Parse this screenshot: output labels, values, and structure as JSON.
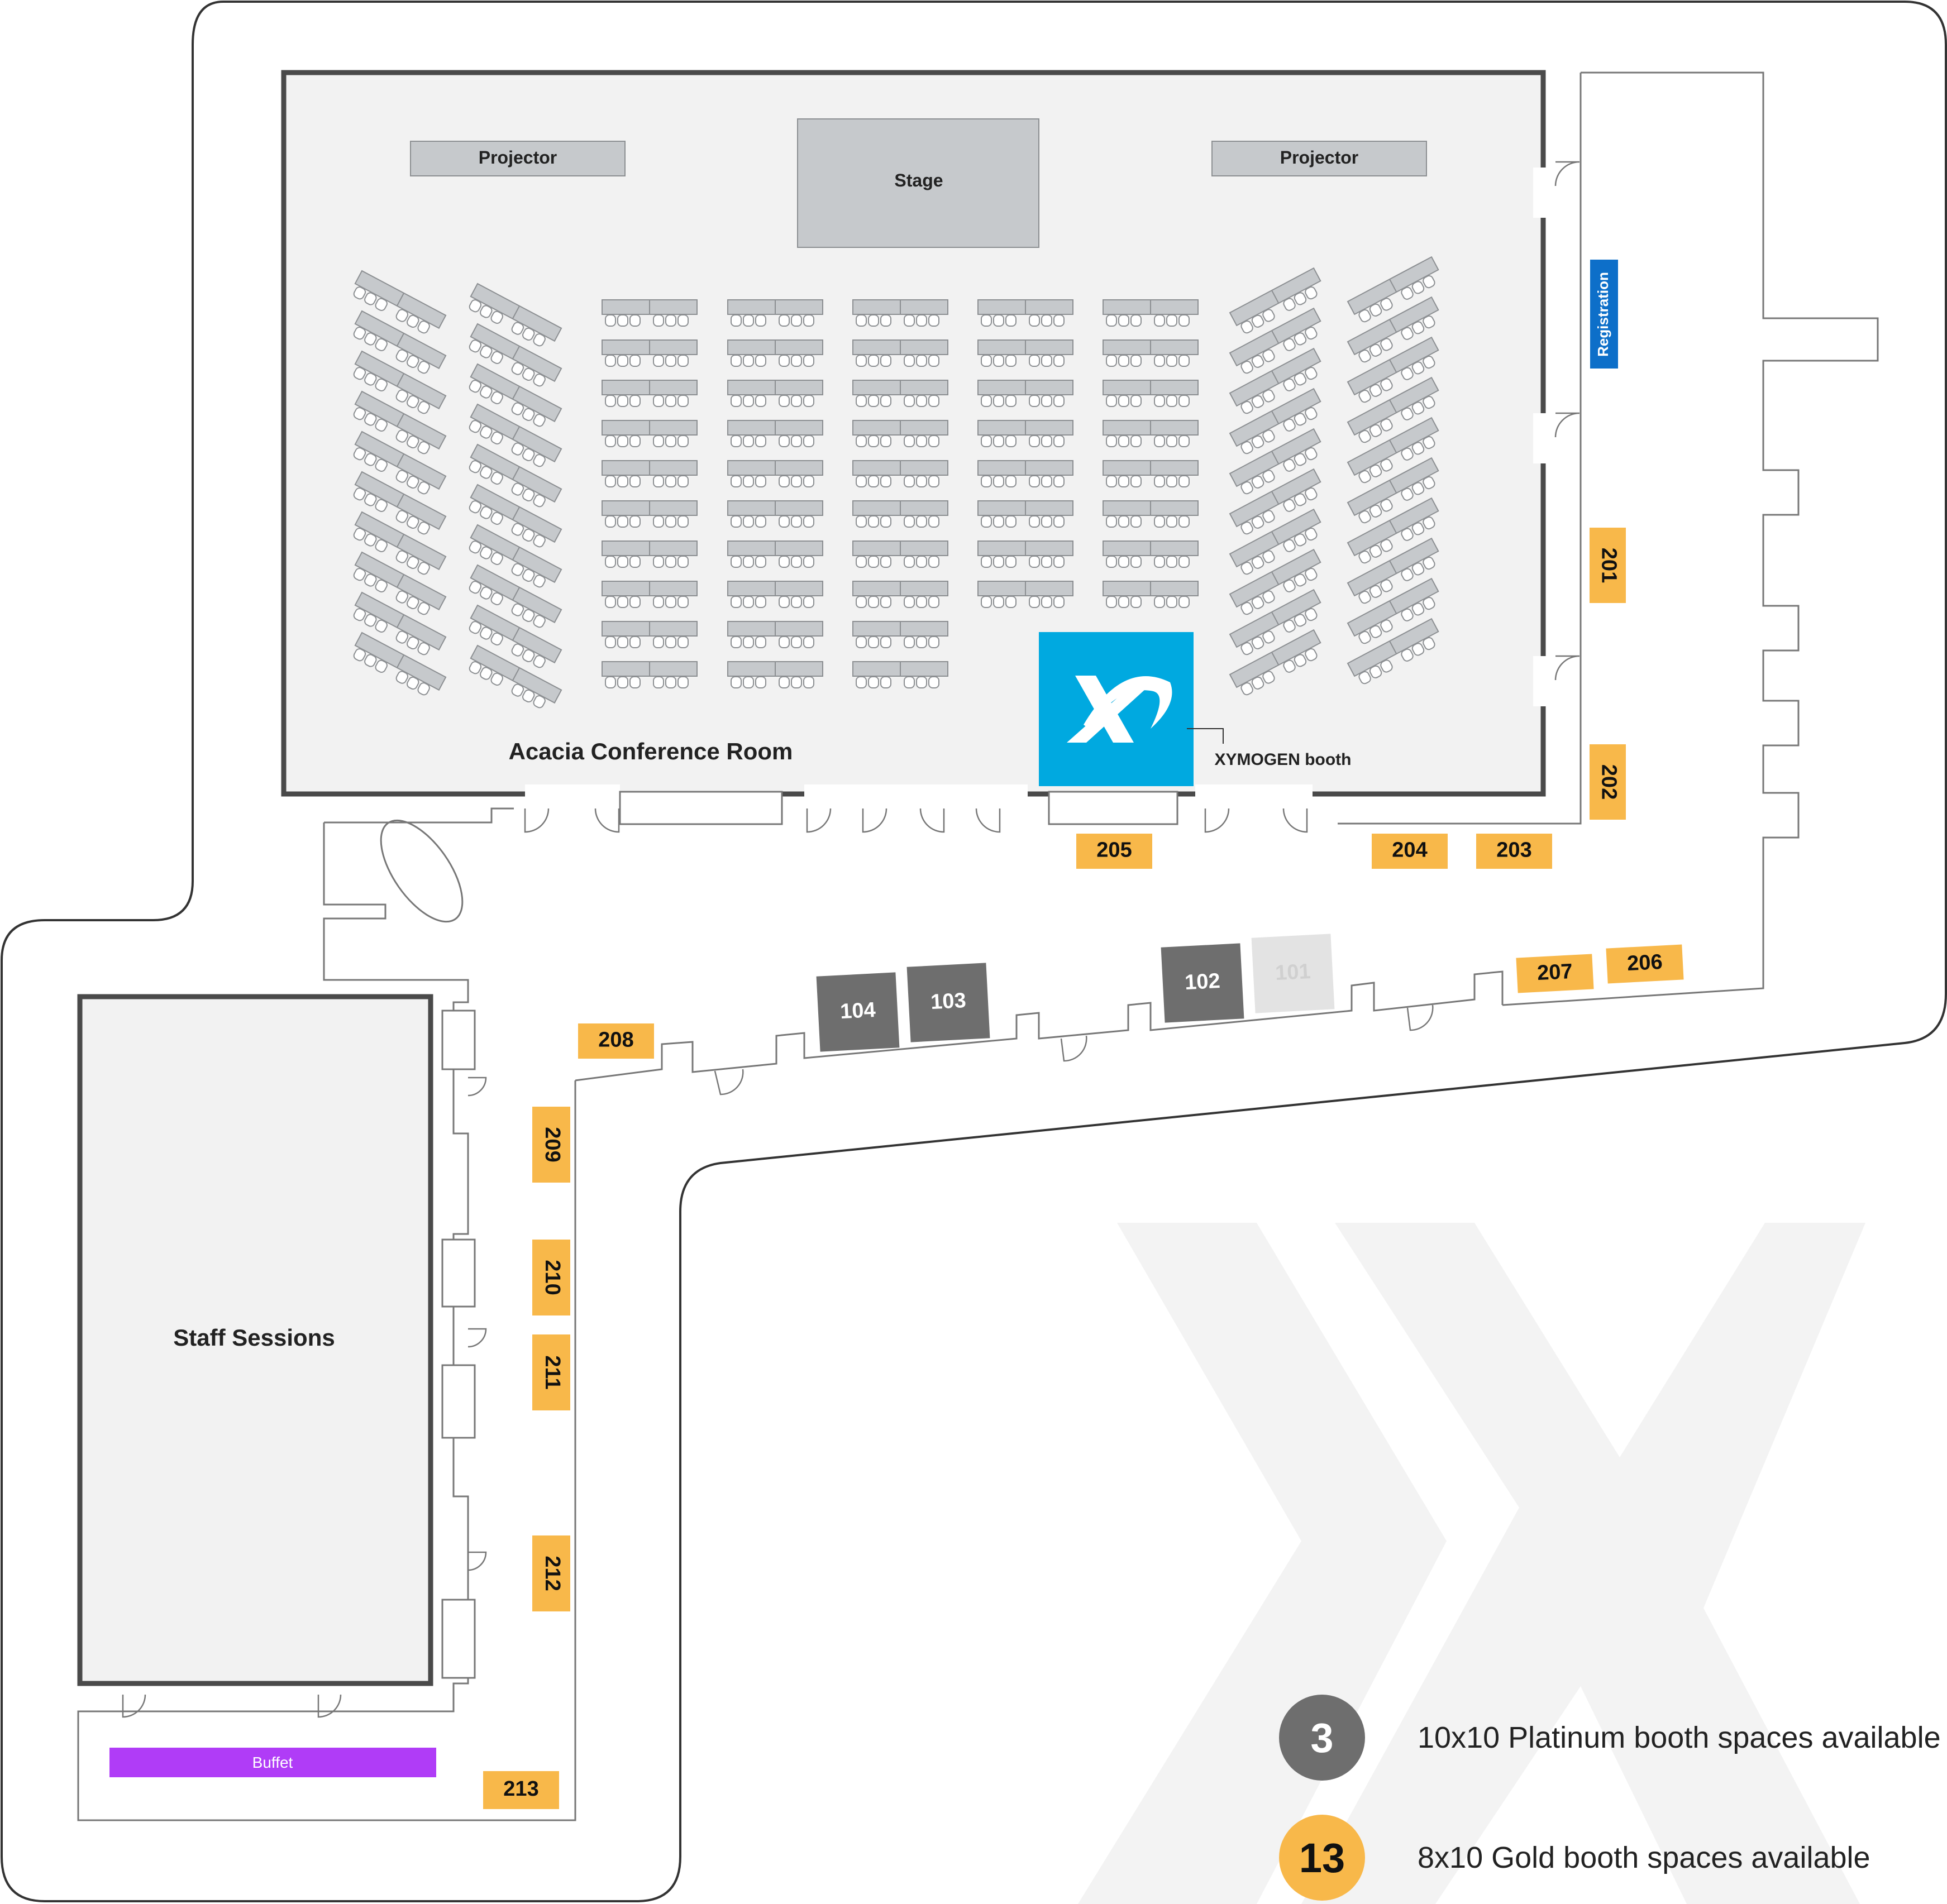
{
  "rooms": {
    "conference": "Acacia Conference Room",
    "staff": "Staff Sessions"
  },
  "features": {
    "projector_left": "Projector",
    "projector_right": "Projector",
    "stage": "Stage",
    "registration": "Registration",
    "sponsor_booth": "XYMOGEN booth",
    "buffet": "Buffet"
  },
  "booths": {
    "platinum": [
      {
        "id": "104",
        "status": "available"
      },
      {
        "id": "103",
        "status": "available"
      },
      {
        "id": "102",
        "status": "available"
      },
      {
        "id": "101",
        "status": "taken"
      }
    ],
    "gold": [
      "201",
      "202",
      "203",
      "204",
      "205",
      "206",
      "207",
      "208",
      "209",
      "210",
      "211",
      "212",
      "213"
    ]
  },
  "legend": [
    {
      "count": "3",
      "text": "10x10 Platinum booth spaces available",
      "color": "#6e6e6e",
      "text_color": "#ffffff"
    },
    {
      "count": "13",
      "text": "8x10 Gold booth spaces available",
      "color": "#f8b84a",
      "text_color": "#111111"
    }
  ],
  "colors": {
    "gold": "#f8b84a",
    "platinum": "#6e6e6e",
    "platinum_taken": "#e3e3e3",
    "brand_blue": "#00a9e0",
    "registration_blue": "#0d6fc9",
    "buffet_purple": "#b03cf7",
    "room_fill": "#f2f2f2",
    "table_fill": "#c6c9cc"
  }
}
